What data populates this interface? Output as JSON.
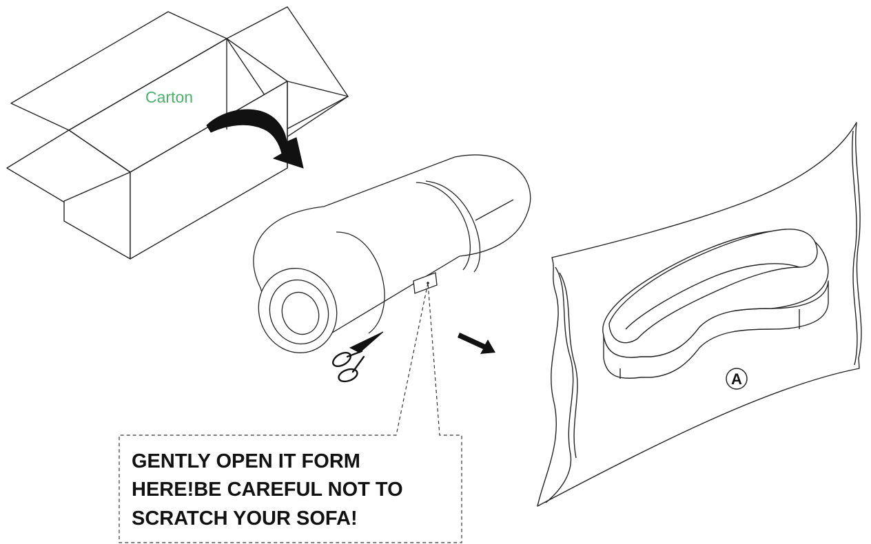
{
  "carton_label": "Carton",
  "warning": {
    "line1": "GENTLY OPEN IT FORM",
    "line2": "HERE!BE CAREFUL NOT TO",
    "line3": "SCRATCH YOUR SOFA!"
  },
  "part_callout": "A",
  "colors": {
    "line": "#222222",
    "carton_label": "#4caf6a",
    "arrow_fill": "#111111",
    "background": "#ffffff"
  }
}
